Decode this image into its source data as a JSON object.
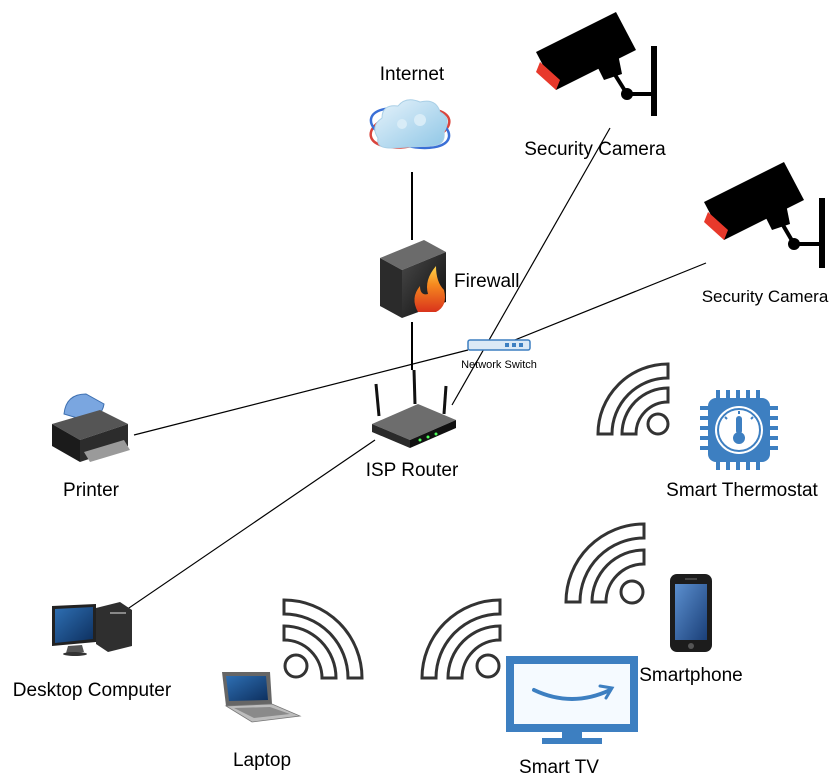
{
  "nodes": {
    "internet": {
      "label": "Internet",
      "icon": "cloud-icon"
    },
    "firewall": {
      "label": "Firewall",
      "icon": "firewall-icon"
    },
    "switch": {
      "label": "Network Switch",
      "icon": "network-switch-icon"
    },
    "router": {
      "label": "ISP Router",
      "icon": "router-icon"
    },
    "camera1": {
      "label": "Security Camera",
      "icon": "security-camera-icon"
    },
    "camera2": {
      "label": "Security Camera",
      "icon": "security-camera-icon"
    },
    "printer": {
      "label": "Printer",
      "icon": "printer-icon"
    },
    "thermostat": {
      "label": "Smart Thermostat",
      "icon": "thermostat-icon"
    },
    "desktop": {
      "label": "Desktop Computer",
      "icon": "desktop-computer-icon"
    },
    "laptop": {
      "label": "Laptop",
      "icon": "laptop-icon"
    },
    "tv": {
      "label": "Smart TV",
      "icon": "smart-tv-icon"
    },
    "smartphone": {
      "label": "Smartphone",
      "icon": "smartphone-icon"
    }
  },
  "connections": [
    [
      "internet",
      "firewall"
    ],
    [
      "firewall",
      "router"
    ],
    [
      "switch",
      "camera1"
    ],
    [
      "switch",
      "camera2"
    ],
    [
      "switch",
      "printer"
    ],
    [
      "router",
      "desktop"
    ]
  ],
  "colors": {
    "line": "#000000",
    "wifi": "#333333",
    "device_blue": "#3d7fc1",
    "camera_black": "#000000",
    "camera_red": "#e8392b"
  }
}
